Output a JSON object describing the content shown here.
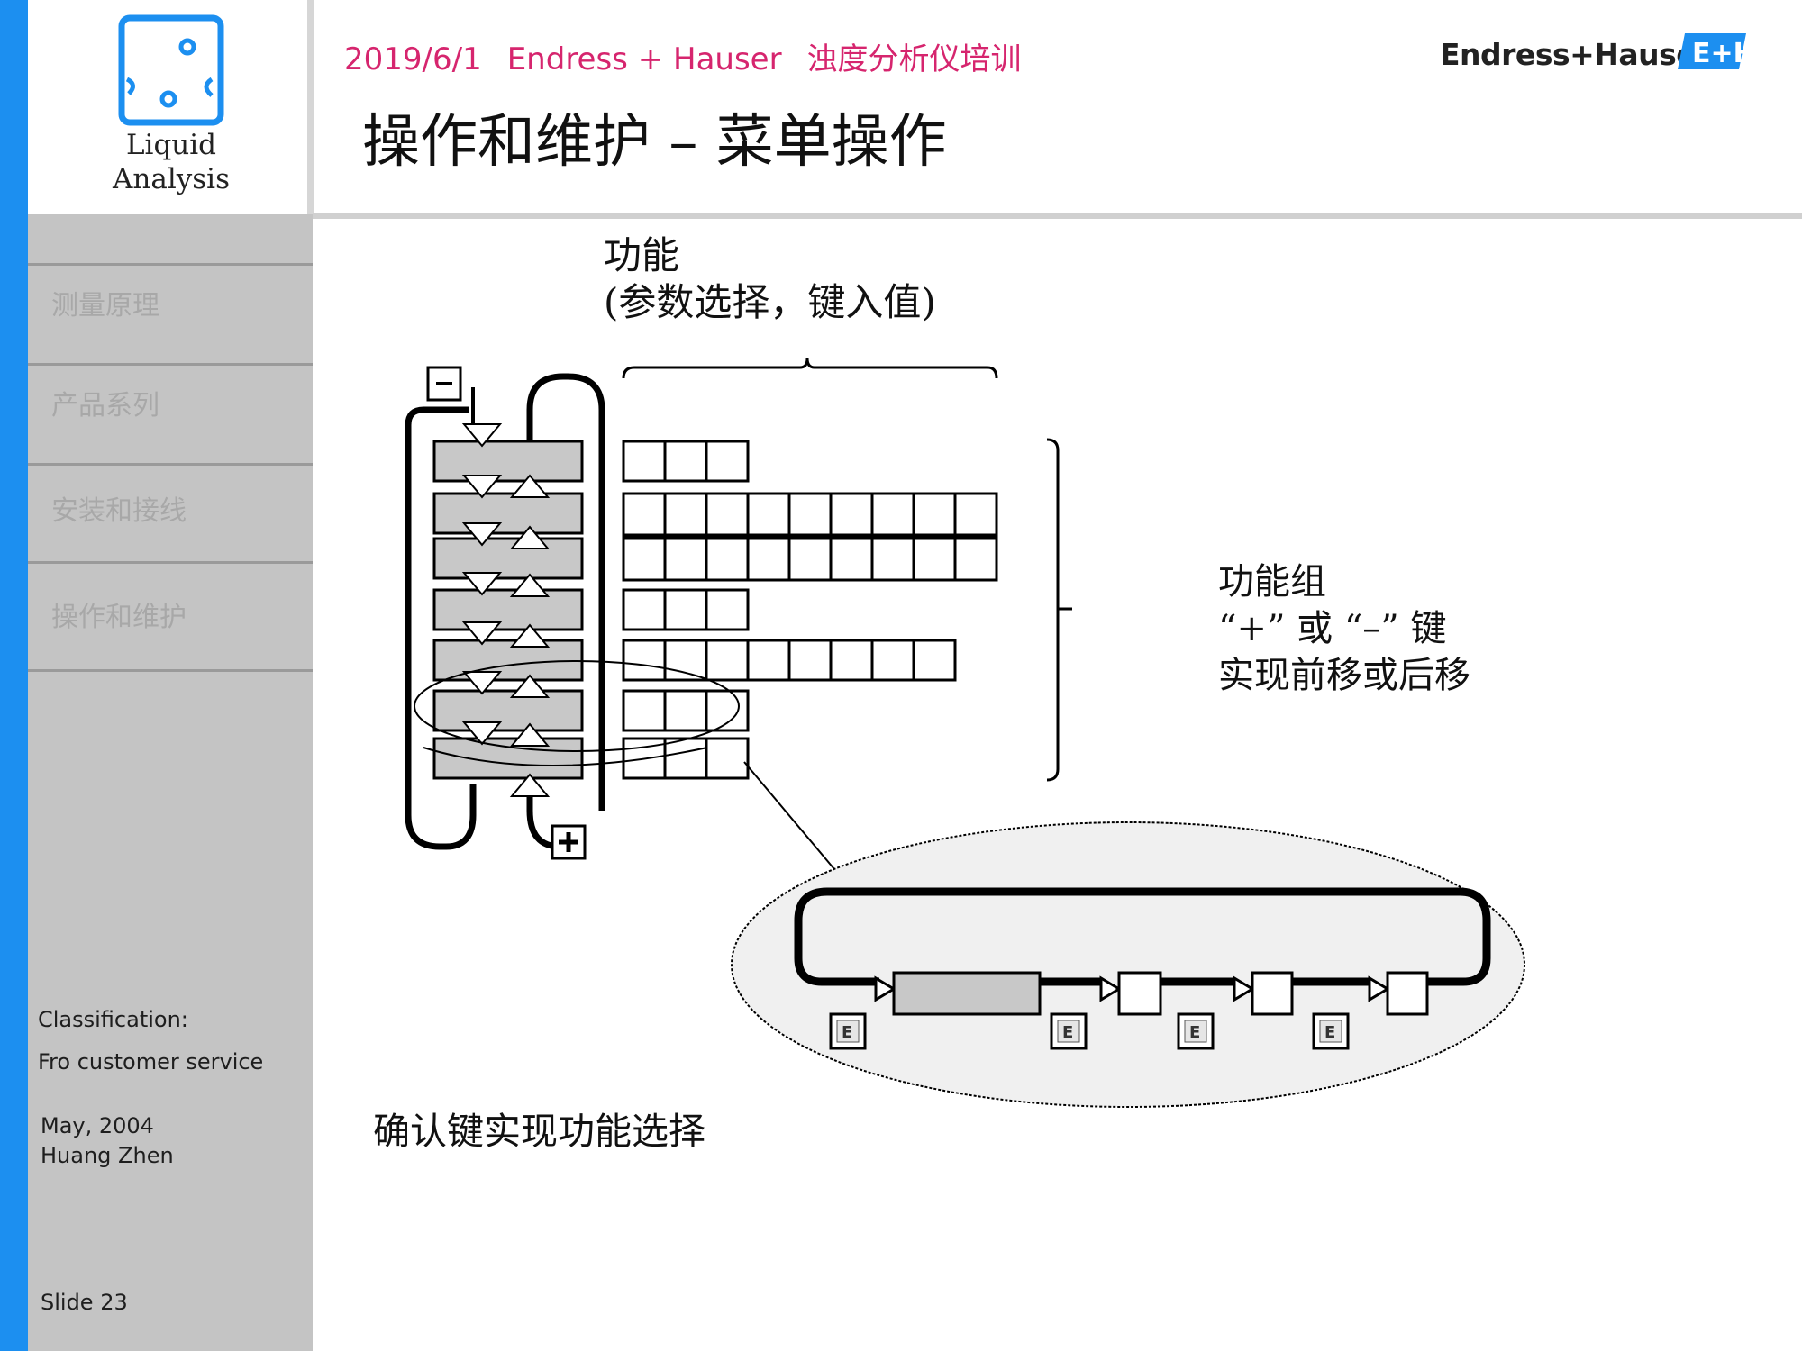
{
  "header": {
    "date": "2019/6/1",
    "company": "Endress + Hauser",
    "course": "浊度分析仪培训",
    "title": "操作和维护 – 菜单操作",
    "brand": "Endress+Hauser",
    "brand_mark": "E+H"
  },
  "logo": {
    "line1": "Liquid",
    "line2": "Analysis"
  },
  "sidebar": {
    "items": [
      {
        "label": "测量原理"
      },
      {
        "label": "产品系列"
      },
      {
        "label": "安装和接线"
      },
      {
        "label": "操作和维护"
      }
    ],
    "classification_label": "Classification:",
    "classification_value": "Fro customer service",
    "date": "May, 2004",
    "author": "Huang Zhen",
    "slide": "Slide 23"
  },
  "diagram": {
    "function_label_line1": "功能",
    "function_label_line2": "(参数选择，键入值)",
    "function_group_line1": "功能组",
    "function_group_line2": "“+”  或  “–”  键",
    "function_group_line3": "实现前移或后移",
    "confirm_label": "确认键实现功能选择",
    "minus_key": "–",
    "plus_key": "+",
    "enter_key": "E"
  },
  "colors": {
    "accent_blue": "#1c8ff0",
    "sidebar_gray": "#c4c4c4",
    "subtitle_magenta": "#d6256e",
    "block_gray": "#c8c8c8"
  }
}
